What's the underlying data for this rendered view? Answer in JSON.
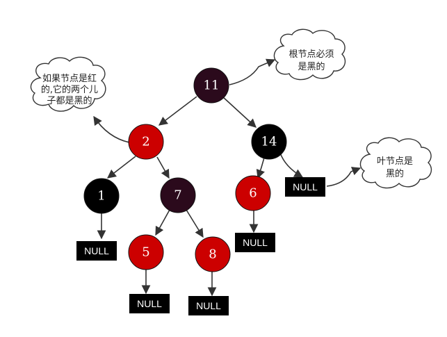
{
  "tree": {
    "nodes": [
      {
        "id": "n11",
        "label": "11",
        "color": "black"
      },
      {
        "id": "n2",
        "label": "2",
        "color": "red"
      },
      {
        "id": "n14",
        "label": "14",
        "color": "black"
      },
      {
        "id": "n1",
        "label": "1",
        "color": "black"
      },
      {
        "id": "n7",
        "label": "7",
        "color": "black"
      },
      {
        "id": "n6",
        "label": "6",
        "color": "red"
      },
      {
        "id": "n5",
        "label": "5",
        "color": "red"
      },
      {
        "id": "n8",
        "label": "8",
        "color": "red"
      }
    ],
    "null_label": "NULL",
    "edges": [
      [
        "n11",
        "n2"
      ],
      [
        "n11",
        "n14"
      ],
      [
        "n2",
        "n1"
      ],
      [
        "n2",
        "n7"
      ],
      [
        "n14",
        "n6"
      ],
      [
        "n14",
        "null14"
      ],
      [
        "n1",
        "null1"
      ],
      [
        "n7",
        "n5"
      ],
      [
        "n7",
        "n8"
      ],
      [
        "n6",
        "null6"
      ],
      [
        "n5",
        "null5"
      ],
      [
        "n8",
        "null8"
      ]
    ]
  },
  "notes": {
    "red_rule": [
      "如果节点是红",
      "的,它的两个儿",
      "子都是黑的"
    ],
    "root_rule": [
      "根节点必须",
      "是黑的"
    ],
    "leaf_rule": [
      "叶节点是",
      "黑的"
    ]
  },
  "colors": {
    "black_node": "#2b0a1c",
    "pure_black_node": "#000000",
    "red_node": "#cc0000",
    "null_box": "#000000",
    "edge": "#333333"
  }
}
